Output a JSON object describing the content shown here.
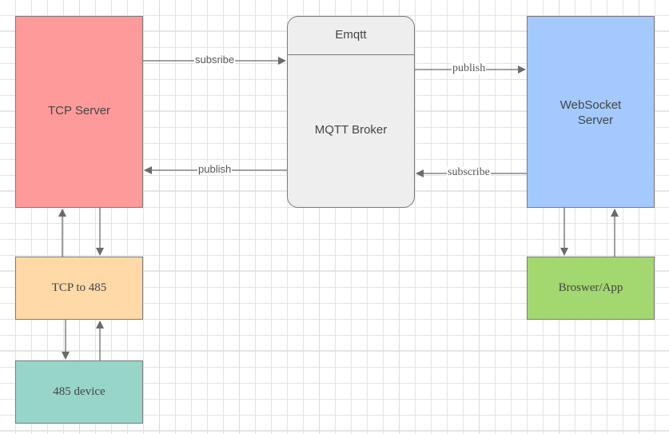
{
  "nodes": {
    "tcp_server": "TCP Server",
    "broker_title": "Emqtt",
    "broker_label": "MQTT Broker",
    "websocket_server_line1": "WebSocket",
    "websocket_server_line2": "Server",
    "tcp_to_485": "TCP to 485",
    "device_485": "485 device",
    "browser_app": "Broswer/App"
  },
  "edges": {
    "tcp_to_broker": "subsribe",
    "broker_to_tcp": "publish",
    "broker_to_ws": "publish",
    "ws_to_broker": "subscribe"
  },
  "colors": {
    "tcp_server": "#fe9a9a",
    "websocket_server": "#a3c9fe",
    "broker": "#eeeeee",
    "tcp_to_485": "#ffd9a6",
    "device_485": "#98d5c9",
    "browser_app": "#a2d86f",
    "connector": "#6b6b6b"
  }
}
